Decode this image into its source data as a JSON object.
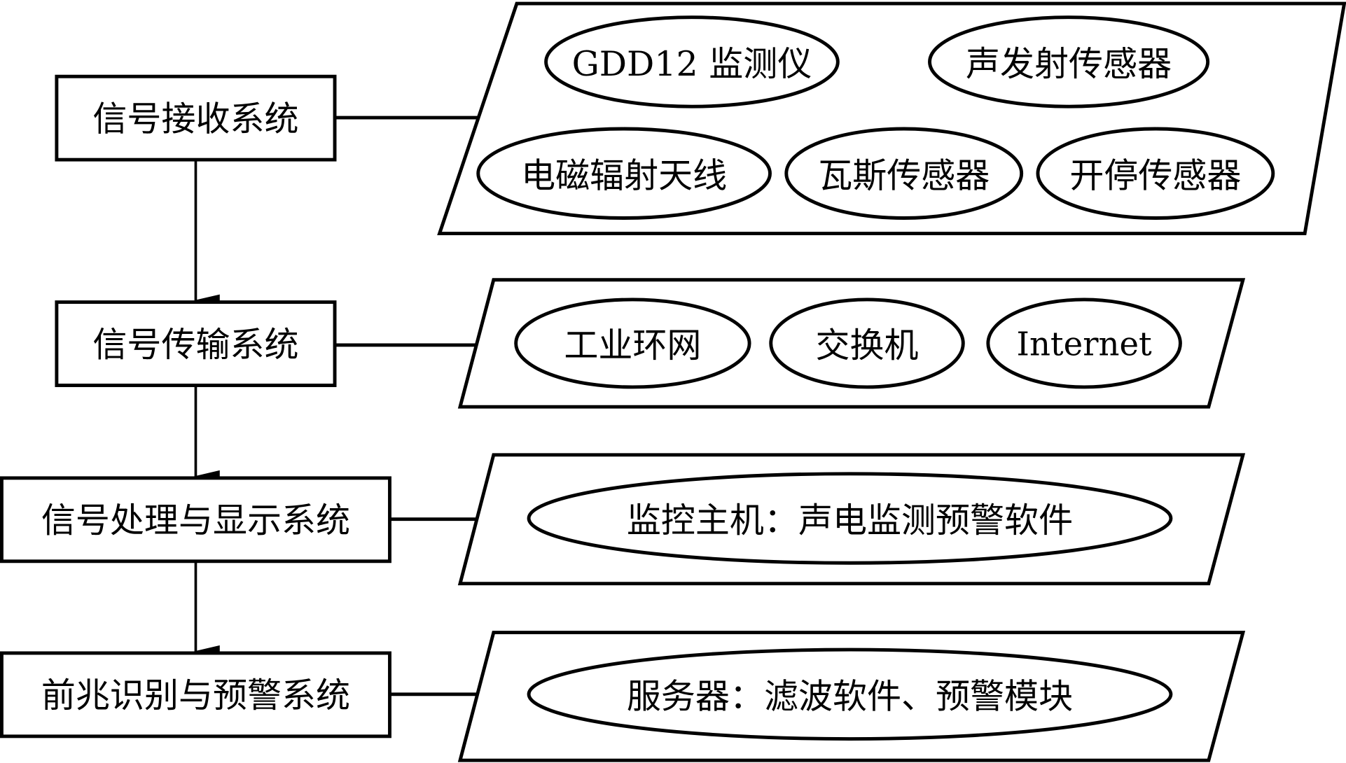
{
  "diagram": {
    "colors": {
      "stroke": "#000000",
      "background": "#ffffff"
    },
    "systems": [
      {
        "label": "信号接收系统",
        "components": [
          "GDD12 监测仪",
          "声发射传感器",
          "电磁辐射天线",
          "瓦斯传感器",
          "开停传感器"
        ]
      },
      {
        "label": "信号传输系统",
        "components": [
          "工业环网",
          "交换机",
          "Internet"
        ]
      },
      {
        "label": "信号处理与显示系统",
        "components": [
          "监控主机：声电监测预警软件"
        ]
      },
      {
        "label": "前兆识别与预警系统",
        "components": [
          "服务器：滤波软件、预警模块"
        ]
      }
    ]
  }
}
